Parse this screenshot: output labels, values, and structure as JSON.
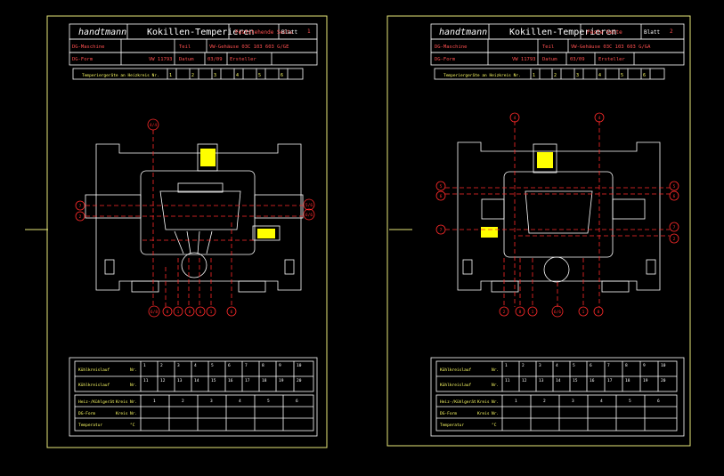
{
  "colors": {
    "background": "#000000",
    "frame": "#e8e87a",
    "table_line": "#ffffff",
    "red": "#ff2a2a",
    "yellow": "#ffff00",
    "table_text_yellow": "#ffff66",
    "label_red": "#ff5050"
  },
  "sheets": [
    {
      "logo": "handtmann",
      "title": "Kokillen-Temperieren",
      "side_label": "Feststehende Seite",
      "blatt_label": "Blatt",
      "blatt_number": "1",
      "row1": {
        "left_label": "DG-Maschine",
        "mid_label": "Teil",
        "mid_value": "VW-Gehäuse 03C 103 603 G/GE"
      },
      "row2": {
        "left_label": "DG-Form",
        "left_value": "VW 11793",
        "datum_label": "Datum",
        "datum_value": "03/09",
        "ersteller_label": "Ersteller"
      },
      "row3_label": "Temperiergeräte an Heizkreis Nr.",
      "row3_cells": [
        "1",
        "2",
        "3",
        "4",
        "5",
        "6"
      ],
      "circle_labels": [
        "4/4",
        "7",
        "2",
        "5/6",
        "6/6",
        "6/8",
        "8",
        "1",
        "8",
        "6",
        "1",
        "6"
      ],
      "bottom": {
        "r1_label": "Kühlkreislauf",
        "nr": "Nr.",
        "r1_cells": [
          "1",
          "2",
          "3",
          "4",
          "5",
          "6",
          "7",
          "8",
          "9",
          "10"
        ],
        "r2_label": "Kühlkreislauf",
        "r2_cells": [
          "11",
          "12",
          "13",
          "14",
          "15",
          "16",
          "17",
          "18",
          "19",
          "20"
        ],
        "r3_label": "Heiz-/Kühlgerät",
        "r3_sub": "Kreis",
        "r3_cells": [
          "1",
          "2",
          "3",
          "4",
          "5",
          "6"
        ],
        "r4_label": "DG-Form",
        "r4_sub": "Kreis",
        "r5_label": "Temperatur",
        "unit": "°C"
      }
    },
    {
      "logo": "handtmann",
      "title": "Kokillen-Temperieren",
      "side_label": "Feste Seite",
      "blatt_label": "Blatt",
      "blatt_number": "2",
      "row1": {
        "left_label": "DG-Maschine",
        "mid_label": "Teil",
        "mid_value": "VW-Gehäuse 03C 103 603 G/GA"
      },
      "row2": {
        "left_label": "DG-Form",
        "left_value": "VW 11793",
        "datum_label": "Datum",
        "datum_value": "03/09",
        "ersteller_label": "Ersteller"
      },
      "row3_label": "Temperiergeräte an Heizkreis Nr.",
      "row3_cells": [
        "1",
        "2",
        "3",
        "4",
        "5",
        "6"
      ],
      "circle_labels": [
        "4",
        "4",
        "5",
        "6",
        "5",
        "6",
        "7",
        "7",
        "2",
        "2",
        "8",
        "1",
        "6/6",
        "1",
        "8"
      ],
      "bottom": {
        "r1_label": "Kühlkreislauf",
        "nr": "Nr.",
        "r1_cells": [
          "1",
          "2",
          "3",
          "4",
          "5",
          "6",
          "7",
          "8",
          "9",
          "10"
        ],
        "r2_label": "Kühlkreislauf",
        "r2_cells": [
          "11",
          "12",
          "13",
          "14",
          "15",
          "16",
          "17",
          "18",
          "19",
          "20"
        ],
        "r3_label": "Heiz-/Kühlgerät",
        "r3_sub": "Kreis",
        "r3_cells": [
          "1",
          "2",
          "3",
          "4",
          "5",
          "6"
        ],
        "r4_label": "DG-Form",
        "r4_sub": "Kreis",
        "r5_label": "Temperatur",
        "unit": "°C"
      }
    }
  ]
}
